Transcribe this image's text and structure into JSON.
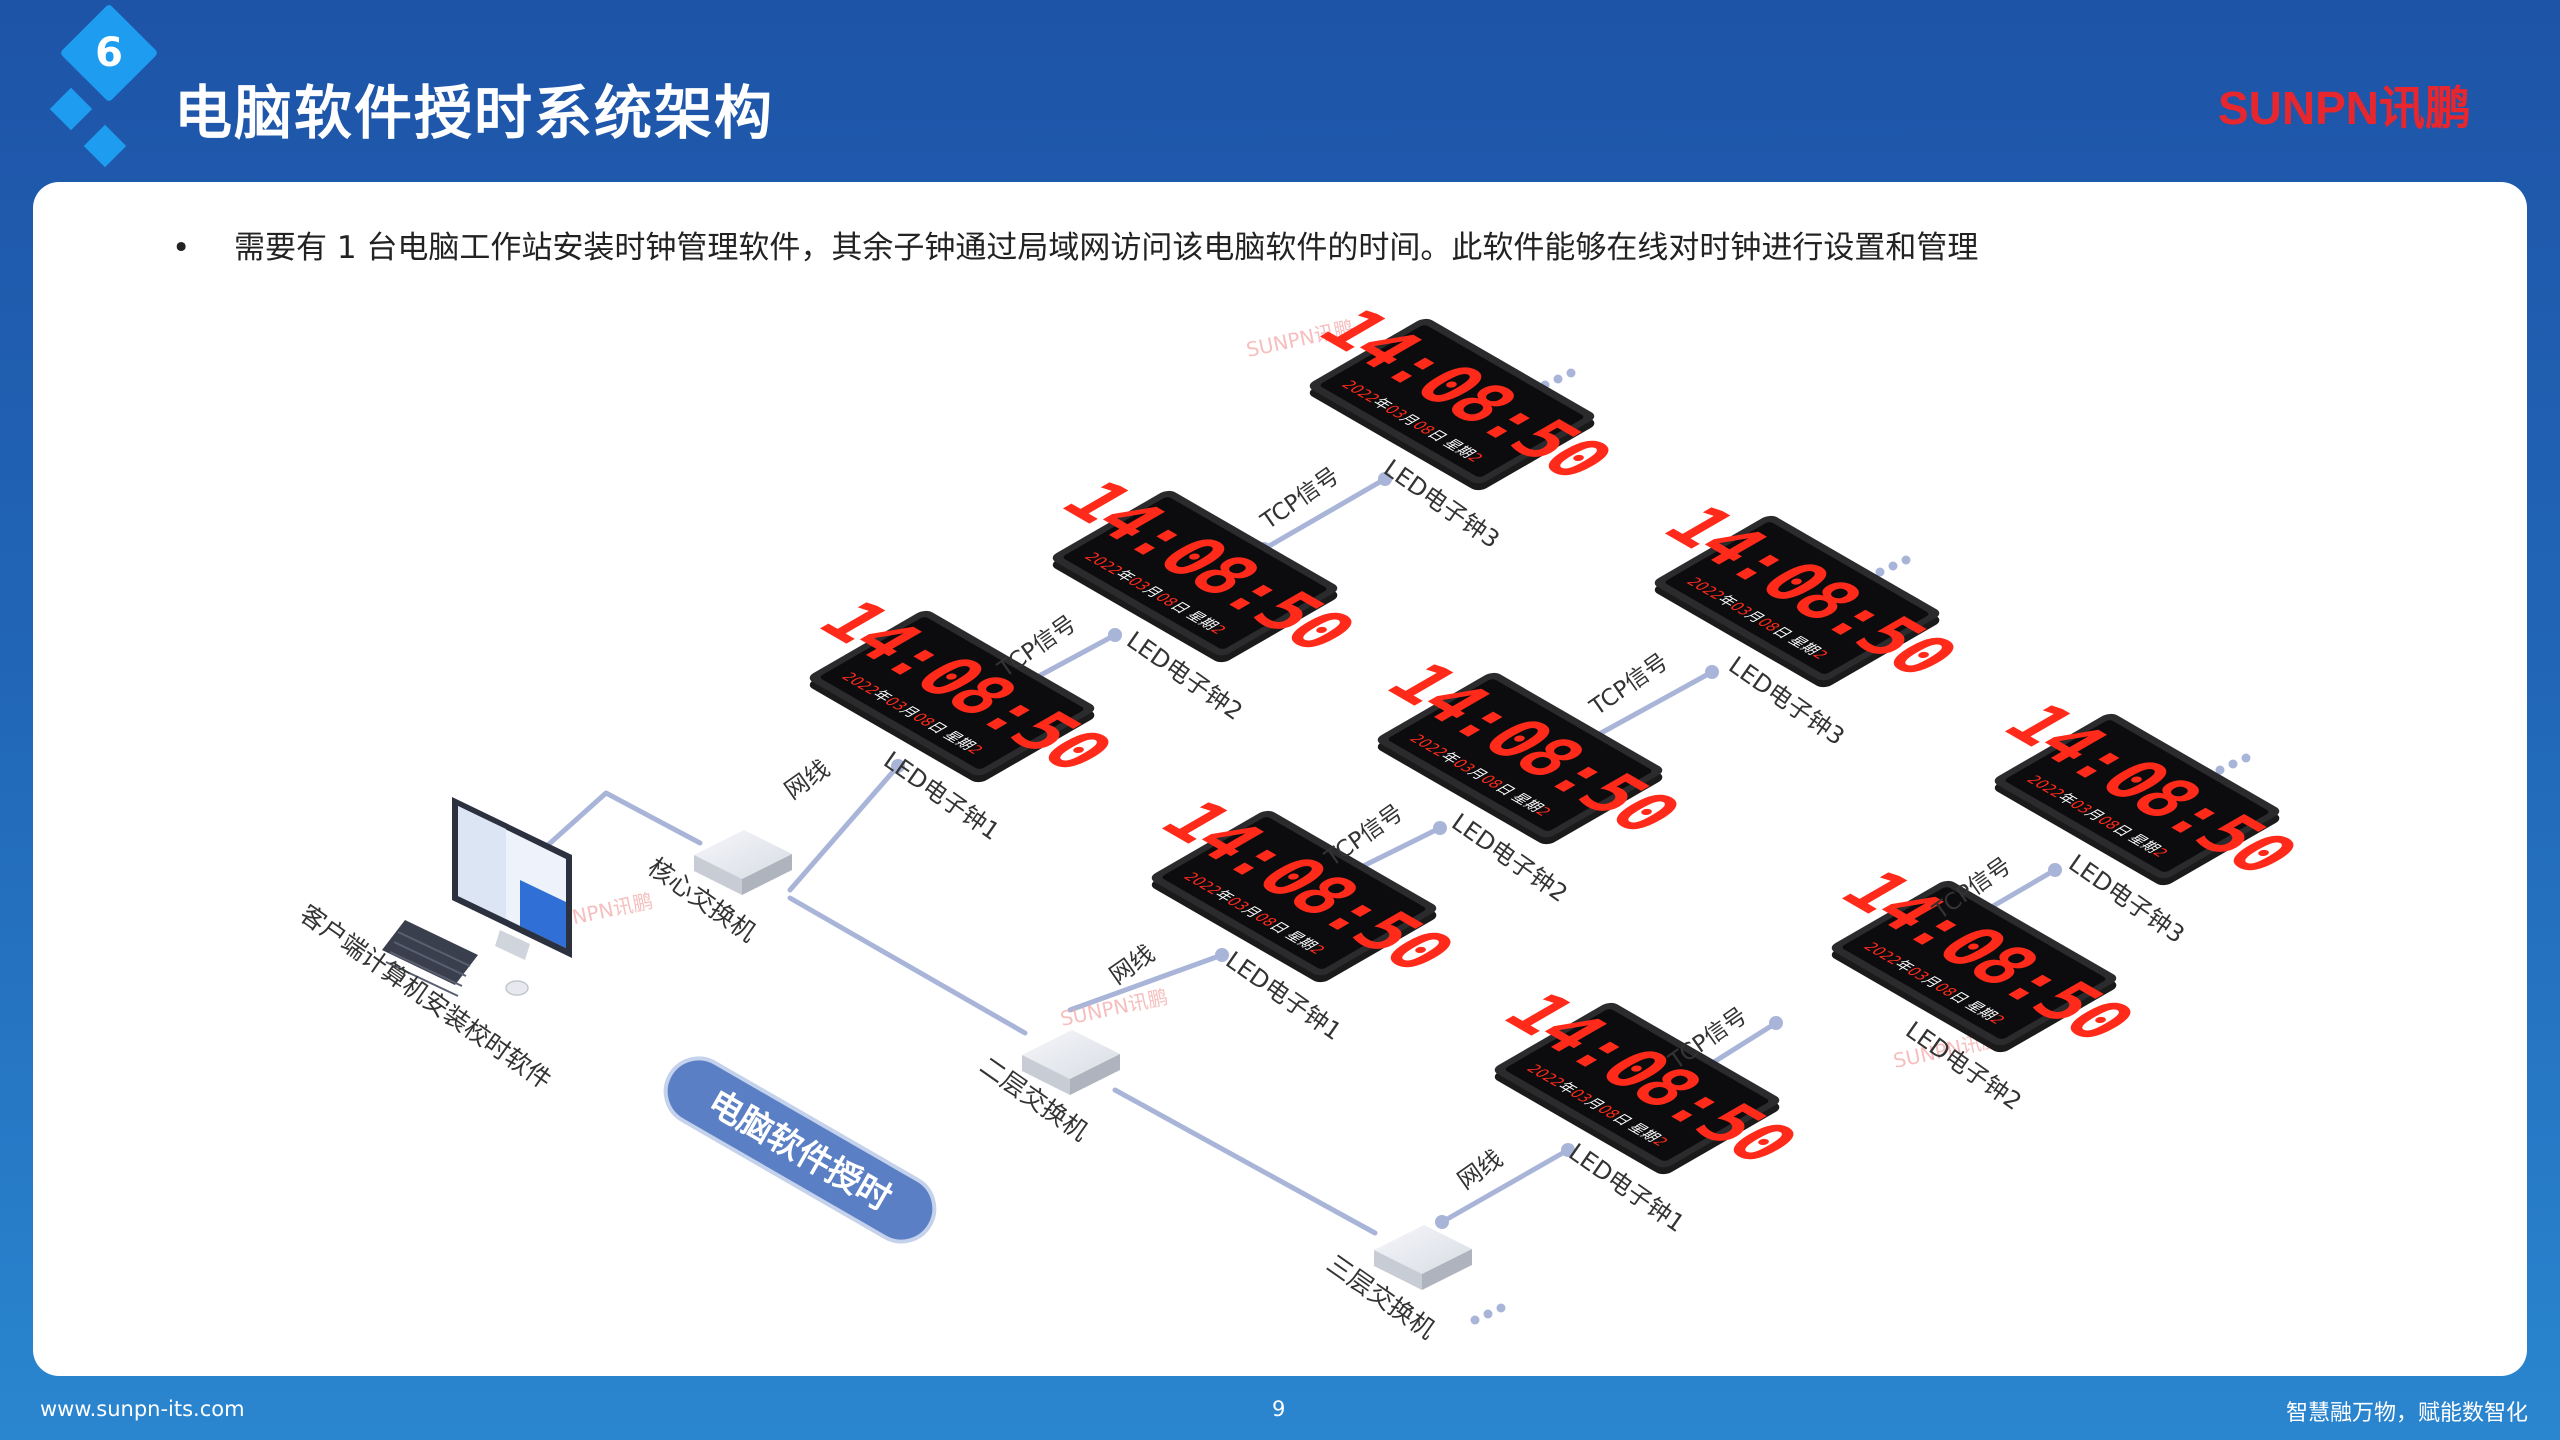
{
  "header": {
    "section_number": "6",
    "title": "电脑软件授时系统架构",
    "logo_en": "SUNPN",
    "logo_cn": "讯鹏"
  },
  "bullet": "需要有 1 台电脑工作站安装时钟管理软件，其余子钟通过局域网访问该电脑软件的时间。此软件能够在线对时钟进行设置和管理",
  "diagram": {
    "watermark": "SUNPN讯鹏",
    "computer_label": "客户端计算机安装校时软件",
    "software_pill": "电脑软件授时",
    "switches": [
      "核心交换机",
      "二层交换机",
      "三层交换机"
    ],
    "cable_label": "网线",
    "tcp_label": "TCP信号",
    "clock": {
      "time": "14:08:50",
      "year": "2022",
      "year_unit": "年",
      "month": "03",
      "month_unit": "月",
      "day": "08",
      "day_unit": "日",
      "weekday_label": "星期",
      "weekday": "2"
    },
    "clock_labels": [
      "LED电子钟1",
      "LED电子钟2",
      "LED电子钟3"
    ],
    "ellipsis": "..."
  },
  "footer": {
    "website": "www.sunpn-its.com",
    "page": "9",
    "slogan": "智慧融万物，赋能数智化"
  },
  "colors": {
    "accent_blue": "#1d9cf0",
    "brand_red": "#e8262e",
    "clock_red": "#ff2a1a",
    "line": "#a9b5d8",
    "pill": "#5b7fc4"
  }
}
